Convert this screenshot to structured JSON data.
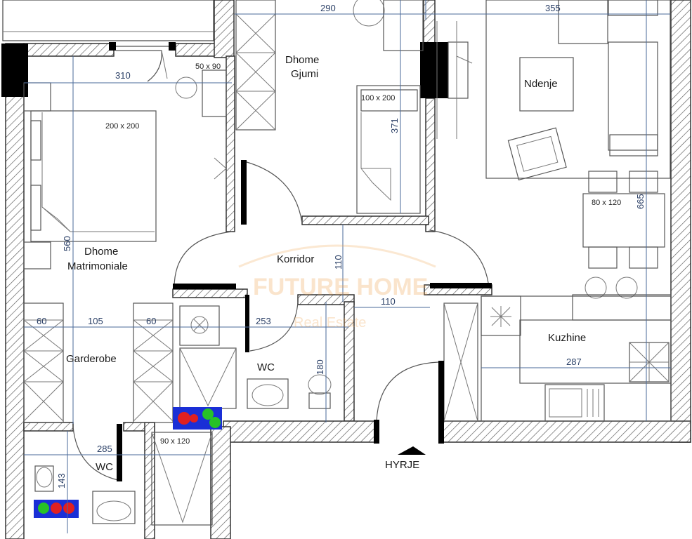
{
  "rooms": {
    "dhome_gjumi_1": "Dhome",
    "dhome_gjumi_2": "Gjumi",
    "ndenje": "Ndenje",
    "dhome_matrimoniale_1": "Dhome",
    "dhome_matrimoniale_2": "Matrimoniale",
    "korridor": "Korridor",
    "garderobe": "Garderobe",
    "wc_main": "WC",
    "wc_small": "WC",
    "kuzhine": "Kuzhine",
    "hyrje": "HYRJE"
  },
  "furniture": {
    "bed_double": "200 x 200",
    "bed_single": "100 x 200",
    "nightstand": "50 x 90",
    "dining_table": "80 x 120",
    "shower": "90 x 120"
  },
  "dimensions": {
    "d290": "290",
    "d355": "355",
    "d310": "310",
    "d371": "371",
    "d665": "665",
    "d560": "560",
    "d110_v": "110",
    "d110_h": "110",
    "d60_a": "60",
    "d105": "105",
    "d60_b": "60",
    "d253": "253",
    "d180": "180",
    "d287": "287",
    "d285": "285",
    "d143": "143"
  },
  "watermark": {
    "brand": "FUTURE HOME",
    "sub": "Real Estate"
  },
  "colors": {
    "wall_hatch": "#333333",
    "dimension": "#4a6a9a",
    "watermark": "#f0a24a"
  }
}
